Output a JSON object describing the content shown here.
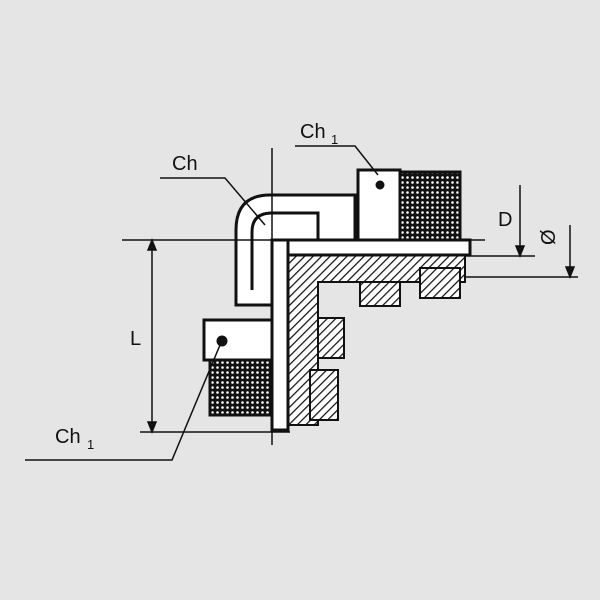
{
  "diagram": {
    "title": "90° elbow fitting cross-section",
    "labels": {
      "ch1_top": "Ch",
      "ch1_top_sub": "1",
      "ch": "Ch",
      "d": "D",
      "diameter": "Ø",
      "l": "L",
      "ch1_bottom": "Ch",
      "ch1_bottom_sub": "1"
    },
    "colors": {
      "background": "#e5e5e5",
      "ink": "#111111"
    }
  }
}
